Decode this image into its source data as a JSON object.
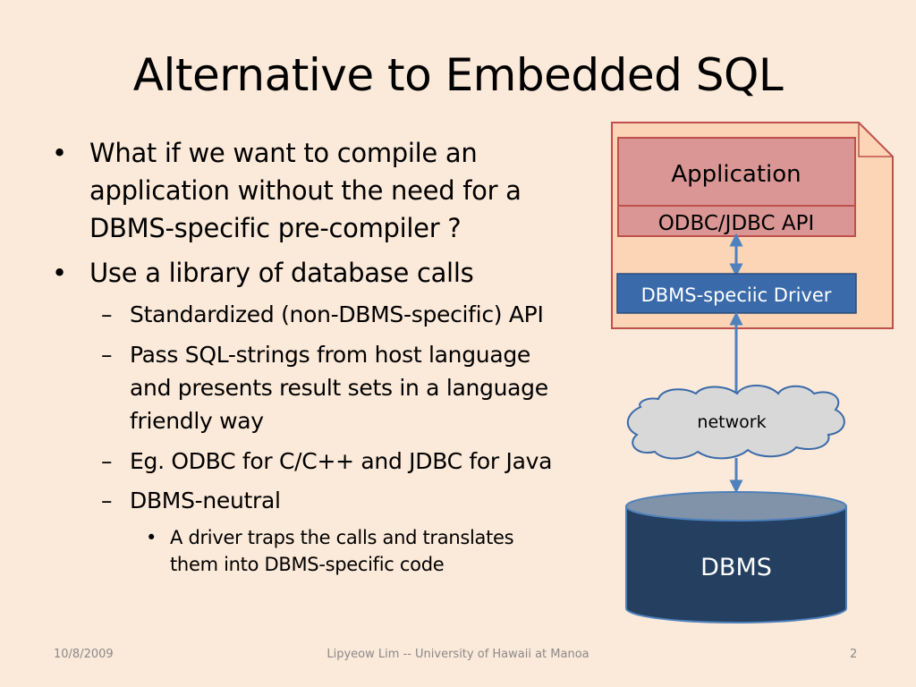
{
  "slide": {
    "title": "Alternative to Embedded SQL",
    "bullet_mark": "•",
    "dash_mark": "–",
    "bullets": [
      {
        "lines": [
          "What if we want to compile an",
          "application without the need for a",
          "DBMS-specific pre-compiler ?"
        ]
      },
      {
        "lines": [
          "Use a library of database calls"
        ]
      }
    ],
    "sub_bullets": [
      {
        "lines": [
          "Standardized (non-DBMS-specific) API"
        ]
      },
      {
        "lines": [
          "Pass SQL-strings from host language",
          "and presents result sets in a language",
          "friendly way"
        ]
      },
      {
        "lines": [
          "Eg. ODBC for C/C++ and JDBC for Java"
        ]
      },
      {
        "lines": [
          "DBMS-neutral"
        ]
      }
    ],
    "sub_sub_bullets": [
      {
        "lines": [
          "A driver traps the calls and translates",
          "them into DBMS-specific code"
        ]
      }
    ]
  },
  "diagram": {
    "application_label": "Application",
    "api_label": "ODBC/JDBC API",
    "driver_label": "DBMS-speciic Driver",
    "network_label": "network",
    "dbms_label": "DBMS",
    "colors": {
      "page_fill": "#fbd5b5",
      "page_border": "#c0504d",
      "app_fill": "#d99694",
      "driver_fill": "#3a6aa9",
      "cloud_fill": "#d8d8d8",
      "cylinder_body": "#243f60",
      "cylinder_top": "#8093a8",
      "arrow": "#4f81bd"
    }
  },
  "footer": {
    "date": "10/8/2009",
    "author": "Lipyeow Lim -- University of Hawaii at Manoa",
    "page_number": "2"
  }
}
